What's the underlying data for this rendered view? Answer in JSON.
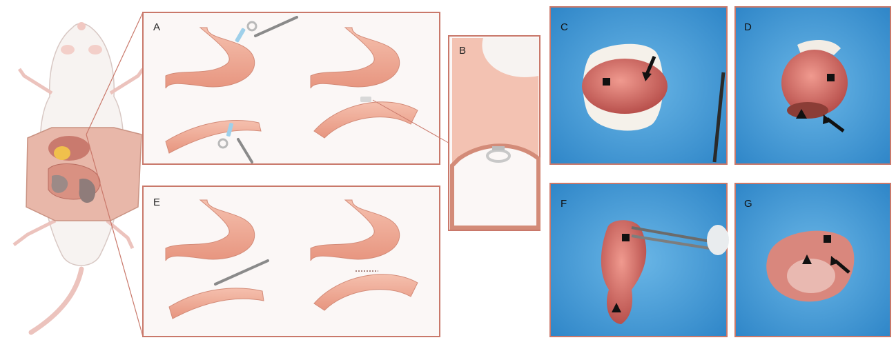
{
  "panels": {
    "A": {
      "label": "A"
    },
    "B": {
      "label": "B"
    },
    "C": {
      "label": "C"
    },
    "D": {
      "label": "D"
    },
    "E": {
      "label": "E"
    },
    "F": {
      "label": "F"
    },
    "G": {
      "label": "G"
    }
  },
  "colors": {
    "frame": "#c9786a",
    "tissue": "#f2b6a3",
    "tissue_dark": "#e39680",
    "drape": "#4fa3dc",
    "organ": "#d9736b",
    "marker": "#111111"
  }
}
